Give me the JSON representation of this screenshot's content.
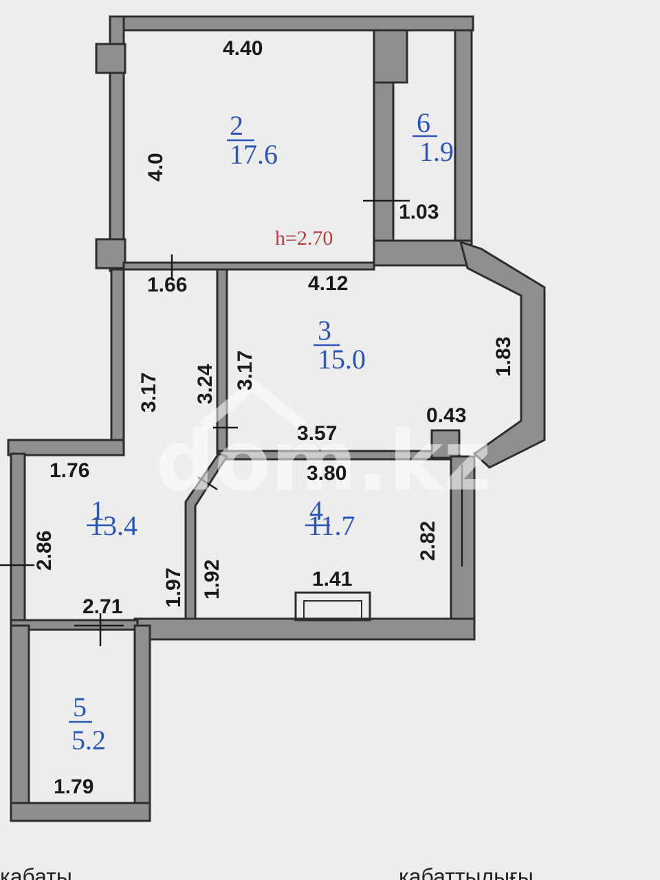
{
  "rooms": [
    {
      "number": "1",
      "area": "13.4"
    },
    {
      "number": "2",
      "area": "17.6"
    },
    {
      "number": "3",
      "area": "15.0"
    },
    {
      "number": "4",
      "area": "11.7"
    },
    {
      "number": "5",
      "area": "5.2"
    },
    {
      "number": "6",
      "area": "1.9"
    }
  ],
  "ceiling_height": "h=2.70",
  "dimensions": {
    "room2_width": "4.40",
    "room2_depth": "4.0",
    "room6_width": "1.03",
    "hall_width": "1.66",
    "room3_width_top": "4.12",
    "room3_side_diag": "1.83",
    "hall_left": "3.17",
    "hall_right": "3.24",
    "room3_left": "3.17",
    "room3_width_bottom": "3.57",
    "corner": "0.43",
    "room1_width_top": "1.76",
    "room4_width_top": "3.80",
    "room1_depth": "2.86",
    "room1_right": "1.97",
    "room4_left": "1.92",
    "room4_window": "1.41",
    "room4_right": "2.82",
    "room1_width_bottom": "2.71",
    "room5_width": "1.79"
  },
  "watermark": "dom.kz",
  "footer": {
    "left": "кабаты",
    "right": "кабаттылығы"
  }
}
